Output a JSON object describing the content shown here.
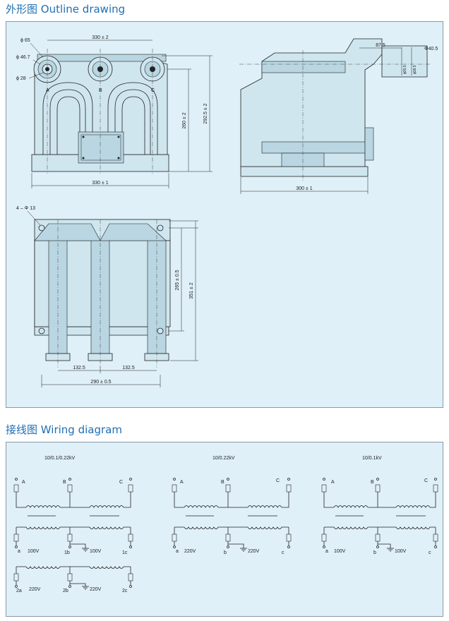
{
  "outline": {
    "title": "外形图  Outline drawing",
    "front_view": {
      "dims": {
        "top_width": "330 ± 2",
        "bottom_width": "330 ± 1",
        "height_inner": "260 ± 2",
        "height_outer": "292.5 ± 2",
        "d65": "ϕ 65",
        "d467": "ϕ 46.7",
        "d28": "ϕ 28"
      },
      "phase_labels": [
        "A",
        "B",
        "C"
      ]
    },
    "side_view": {
      "dims": {
        "depth": "300 ± 1",
        "projection": "87.5",
        "phi": "Φ40.5",
        "small_a": "ϕ35.5",
        "small_b": "ϕ38.5"
      }
    },
    "bottom_view": {
      "dims": {
        "holes": "4 – Φ 13",
        "spacing_left": "132.5",
        "spacing_right": "132.5",
        "span": "290 ± 0.5",
        "depth_inner": "265 ± 0.5",
        "depth_outer": "351 ± 2"
      }
    }
  },
  "wiring": {
    "title": "接线图  Wiring diagram",
    "diagrams": [
      {
        "rating": "10/0.1/0.22kV",
        "primary": [
          "A",
          "B",
          "C"
        ],
        "secondary1": {
          "a": "a",
          "b": "1b",
          "c": "1c",
          "voltage_left": "100V",
          "voltage_mid": "100V"
        },
        "secondary2": {
          "a": "2a",
          "b": "2b",
          "c": "2c",
          "voltage_left": "220V",
          "voltage_mid": "220V"
        }
      },
      {
        "rating": "10/0.22kV",
        "primary": [
          "A",
          "B",
          "C"
        ],
        "secondary1": {
          "a": "a",
          "b": "b",
          "c": "c",
          "voltage_left": "220V",
          "voltage_mid": "220V"
        }
      },
      {
        "rating": "10/0.1kV",
        "primary": [
          "A",
          "B",
          "C"
        ],
        "secondary1": {
          "a": "a",
          "b": "b",
          "c": "c",
          "voltage_left": "100V",
          "voltage_mid": "100V"
        }
      }
    ]
  }
}
